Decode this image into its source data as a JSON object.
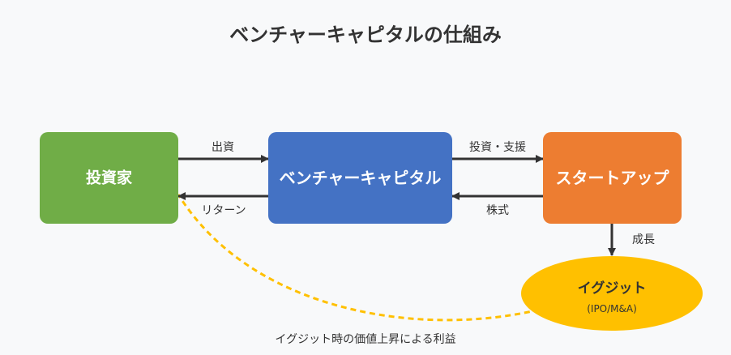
{
  "title": "ベンチャーキャピタルの仕組み",
  "nodes": {
    "investor": {
      "label": "投資家",
      "color": "#70ad47"
    },
    "vc": {
      "label": "ベンチャーキャピタル",
      "color": "#4472c4"
    },
    "startup": {
      "label": "スタートアップ",
      "color": "#ed7d31"
    },
    "exit": {
      "label": "イグジット",
      "sublabel": "(IPO/M&A)",
      "color": "#ffc000"
    }
  },
  "edges": {
    "investment": "出資",
    "return": "リターン",
    "invest_support": "投資・支援",
    "equity": "株式",
    "growth": "成長",
    "exit_gain": "イグジット時の価値上昇による利益"
  },
  "colors": {
    "background": "#f8f9fa",
    "arrow": "#333333",
    "dashed": "#ffc000"
  }
}
